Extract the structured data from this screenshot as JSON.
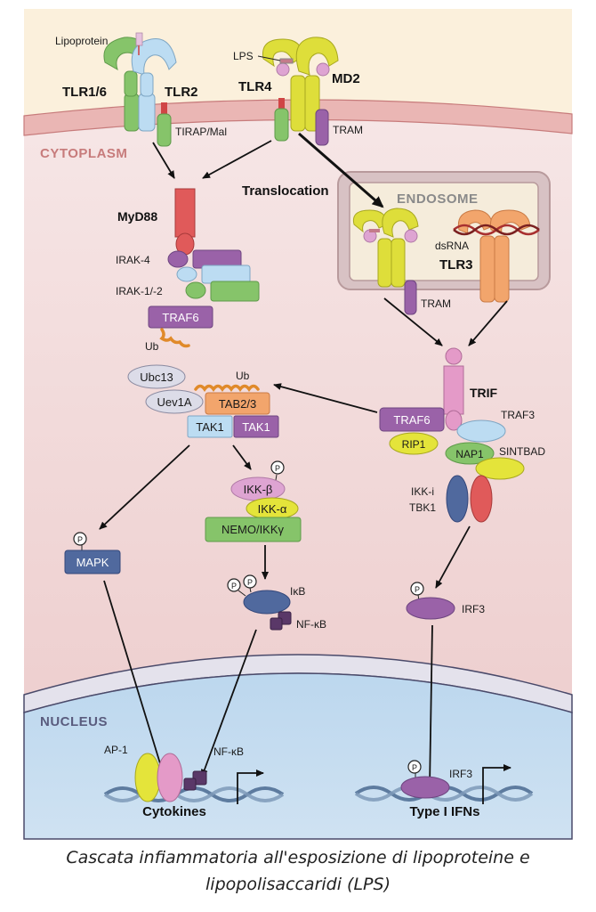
{
  "regions": {
    "cytoplasm": "CYTOPLASM",
    "endosome": "ENDOSOME",
    "nucleus": "NUCLEUS"
  },
  "ligands": {
    "lipoprotein": "Lipoprotein",
    "lps": "LPS",
    "dsrna": "dsRNA"
  },
  "receptors": {
    "tlr16": "TLR1/6",
    "tlr2": "TLR2",
    "tlr4": "TLR4",
    "md2": "MD2",
    "tlr3": "TLR3"
  },
  "adaptors": {
    "tirap": "TIRAP/Mal",
    "tram_membrane": "TRAM",
    "tram_endosome": "TRAM",
    "myd88": "MyD88",
    "trif": "TRIF"
  },
  "translocation": "Translocation",
  "myd88_pathway": {
    "irak4": "IRAK-4",
    "irak12": "IRAK-1/-2",
    "traf6": "TRAF6",
    "ub1": "Ub",
    "ubc13": "Ubc13",
    "uev1a": "Uev1A",
    "ub2": "Ub",
    "tab23": "TAB2/3",
    "tak1a": "TAK1",
    "tak1b": "TAK1",
    "ikkb": "IKK-β",
    "ikka": "IKK-α",
    "nemo": "NEMO/IKKγ",
    "mapk": "MAPK",
    "ikb": "IκB",
    "nfkb_cyto": "NF-κB"
  },
  "trif_pathway": {
    "traf6": "TRAF6",
    "rip1": "RIP1",
    "traf3": "TRAF3",
    "nap1": "NAP1",
    "sintbad": "SINTBAD",
    "ikki": "IKK-i",
    "tbk1": "TBK1",
    "irf3_cyto": "IRF3"
  },
  "nucleus": {
    "ap1": "AP-1",
    "nfkb_nuc": "NF-κB",
    "irf3_nuc": "IRF3",
    "cytokines": "Cytokines",
    "type1_ifns": "Type I IFNs"
  },
  "phospho_label": "P",
  "colors": {
    "extracellular": "#fbf0dc",
    "membrane": "#eab6b4",
    "cytoplasm": "#f2dede",
    "nucleus": "#c9dff0",
    "endosome_border": "#c9a9ab",
    "tlr_green": "#86c46a",
    "tlr2_blue": "#bcdcf2",
    "tlr_yellow": "#dede3a",
    "tlr3_orange": "#f2a56c",
    "myd88_red": "#e05a5a",
    "traf_purple": "#9a62a8",
    "trif_pink": "#e49ac8",
    "mapk_blue": "#50699e",
    "caption_text": "#222222"
  },
  "caption": {
    "line1": "Cascata infiammatoria all'esposizione  di lipoproteine e",
    "line2": "lipopolisaccaridi (LPS)"
  }
}
